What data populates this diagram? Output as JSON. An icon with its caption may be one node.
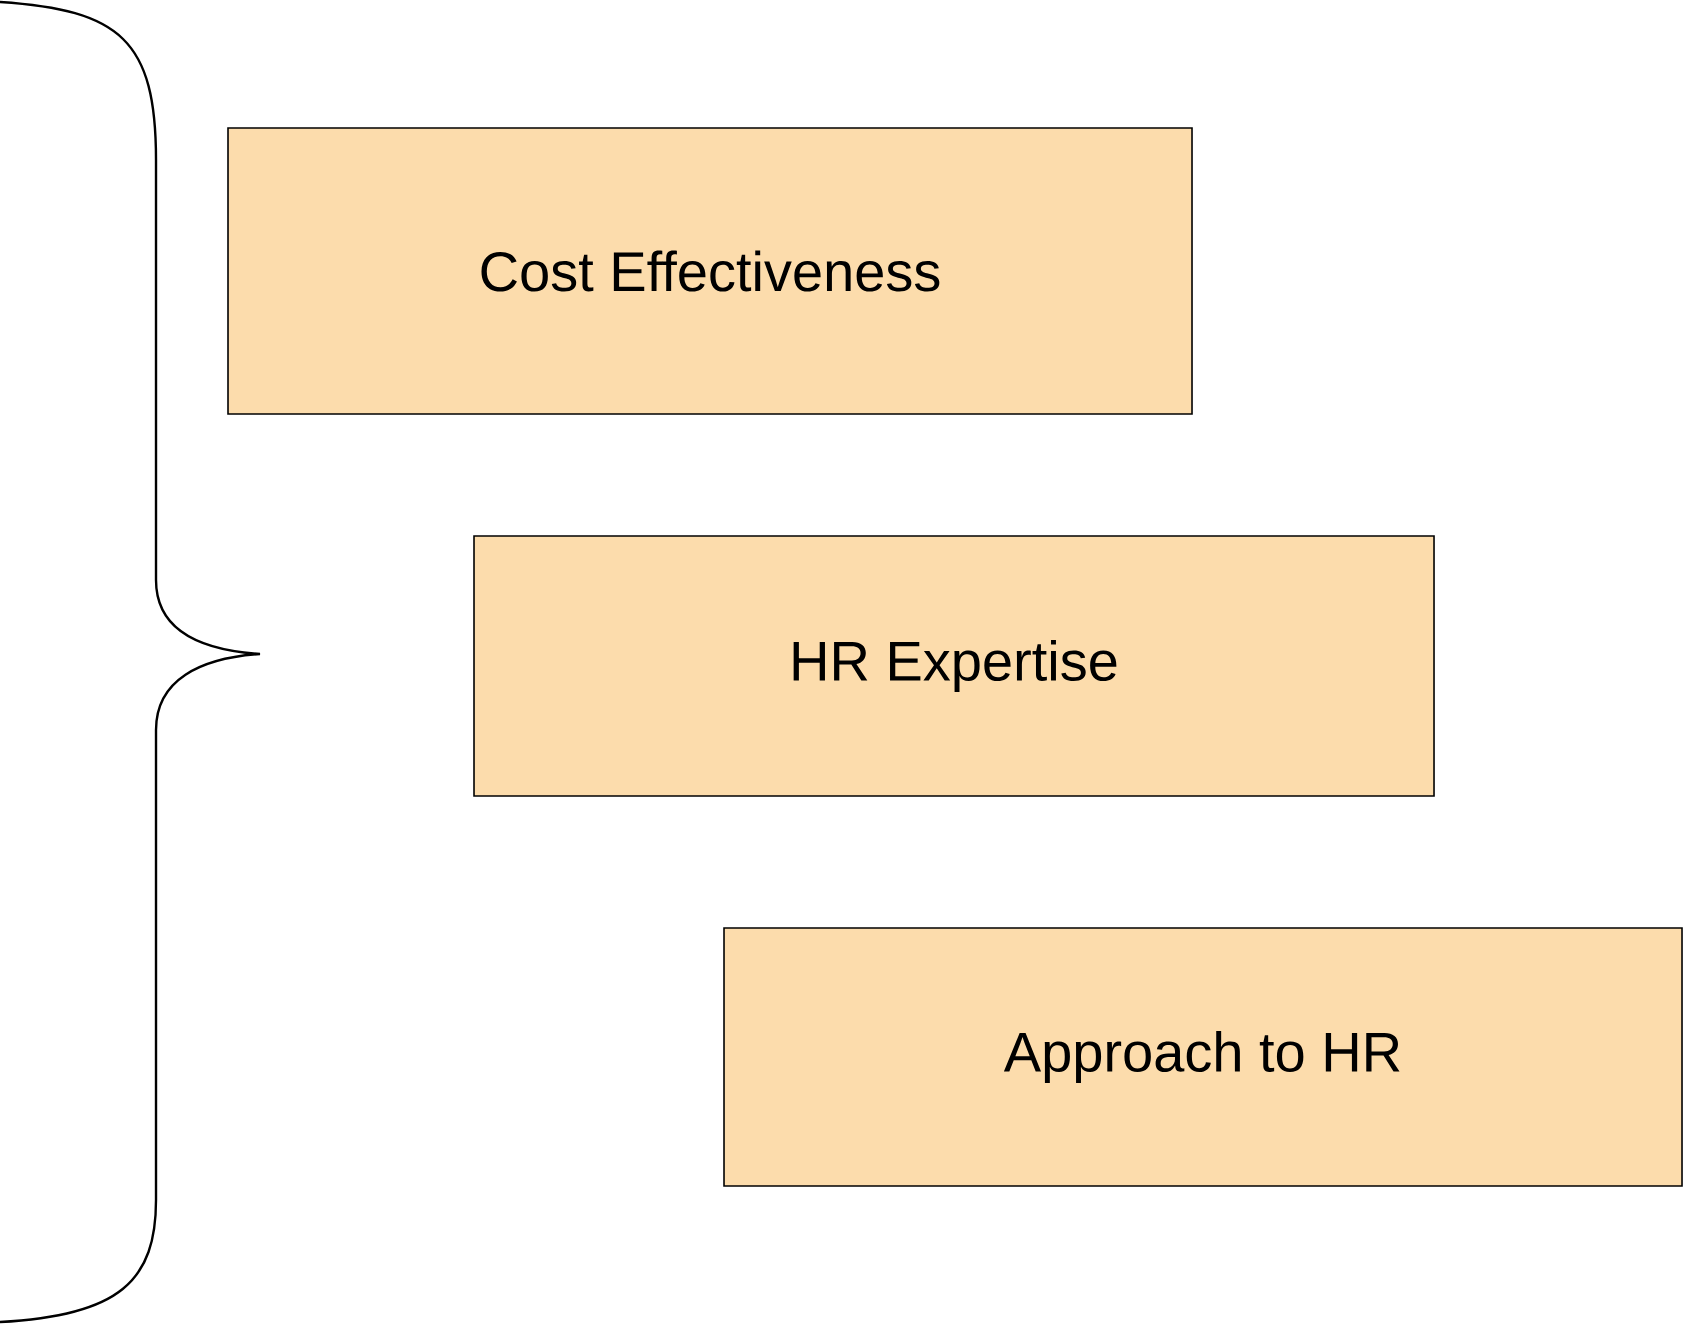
{
  "diagram": {
    "nodes": [
      {
        "text": [
          "Cost Effectiveness"
        ]
      },
      {
        "text": [
          "HR Expertise"
        ]
      },
      {
        "text": [
          "Approach to HR"
        ]
      }
    ]
  }
}
